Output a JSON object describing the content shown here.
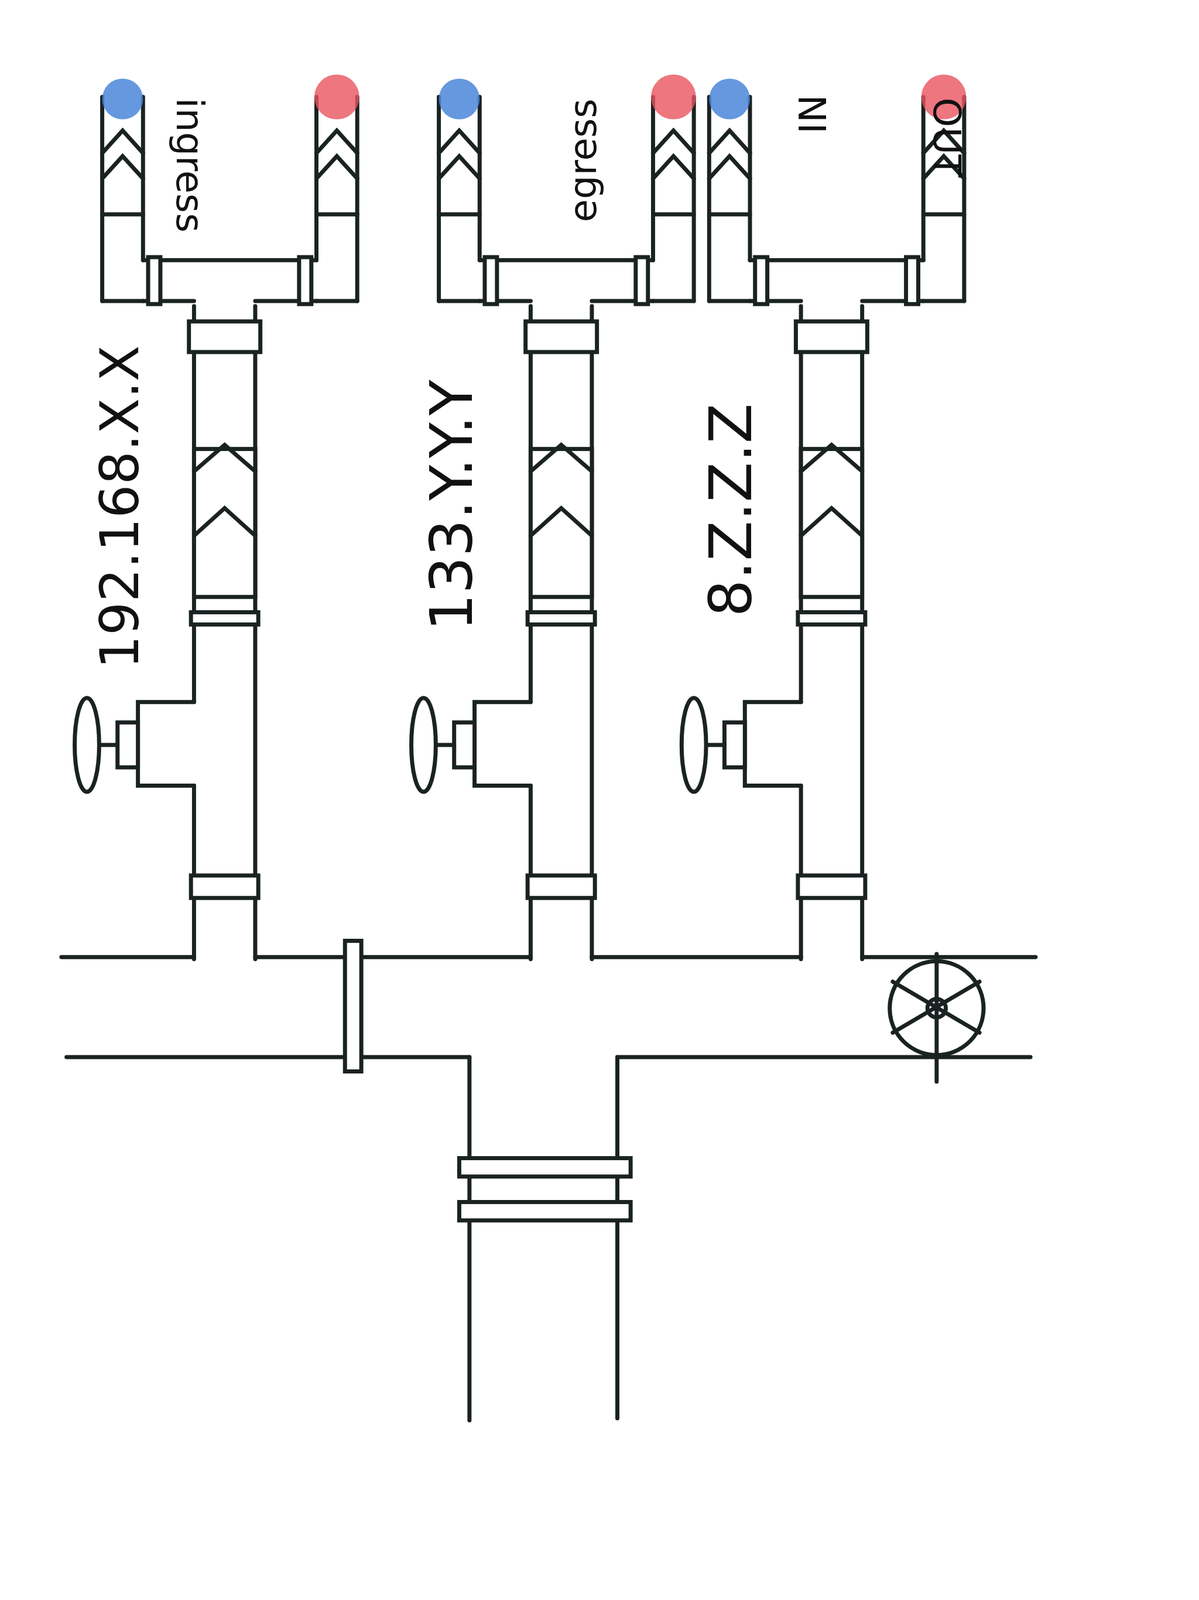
{
  "diagram": {
    "labels": [
      "ingress",
      "192.168.X.X",
      "egress",
      "133.Y.Y.Y",
      "IN",
      "OUT",
      "8.Z.Z.Z"
    ]
  }
}
